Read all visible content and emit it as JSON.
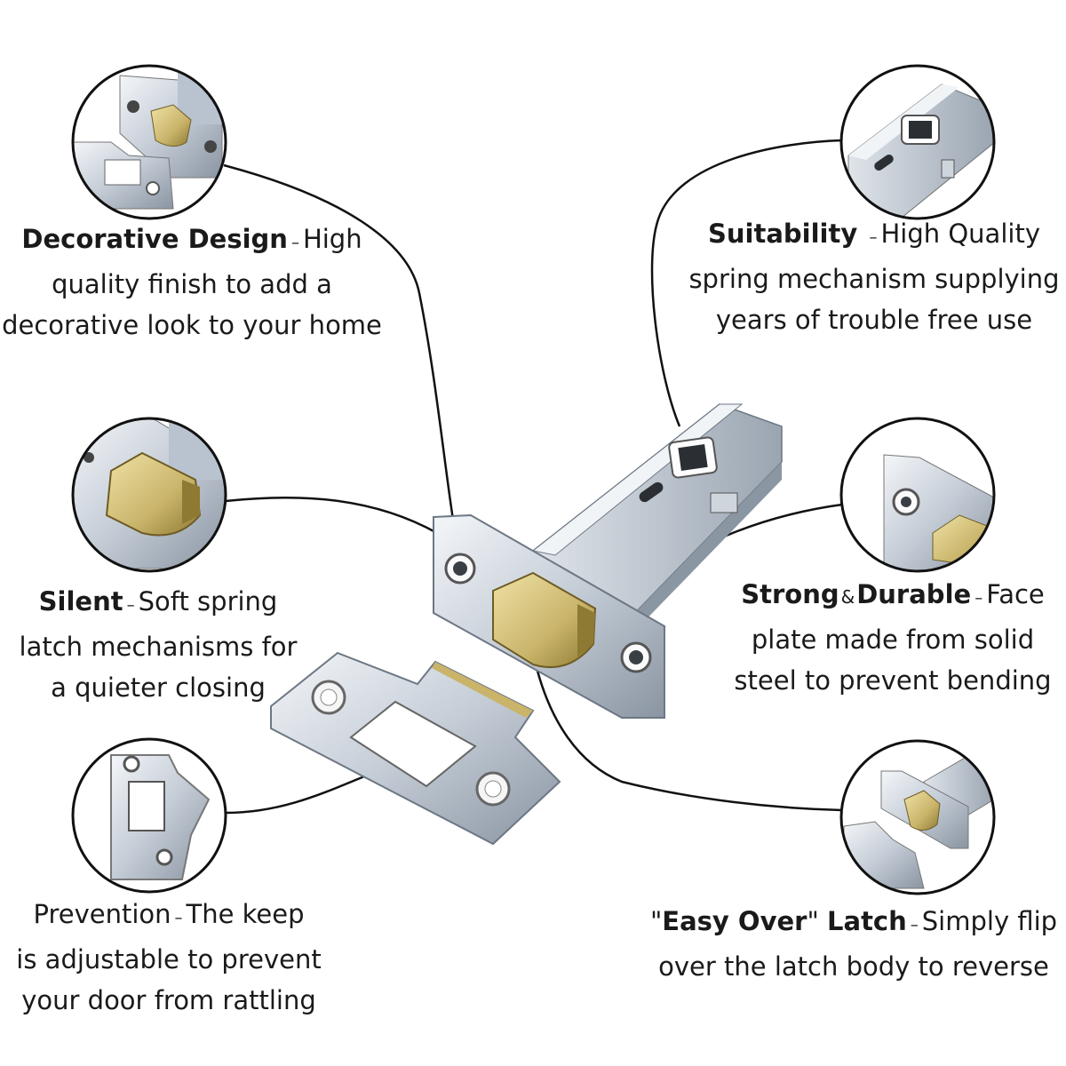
{
  "features": [
    {
      "title": "Decorative Design",
      "separator": "–",
      "lines": [
        "High",
        "quality finish to add a",
        "decorative look to your home"
      ]
    },
    {
      "title": "Suitability",
      "separator": "–",
      "lines": [
        "High Quality",
        "spring mechanism supplying",
        "years of trouble free use"
      ]
    },
    {
      "title": "Silent",
      "separator": "–",
      "lines": [
        "Soft spring",
        "latch mechanisms for",
        "a quieter closing"
      ]
    },
    {
      "title_a": "Strong",
      "amp": "&",
      "title_b": "Durable",
      "separator": "–",
      "lines": [
        "Face",
        "plate made from solid",
        "steel to prevent bending"
      ]
    },
    {
      "title": "Prevention",
      "separator": "–",
      "lines": [
        "The keep",
        "is adjustable to prevent",
        "your door from rattling"
      ]
    },
    {
      "quote_open": "\"",
      "title": "Easy Over",
      "quote_close": "\"",
      "title_b": "Latch",
      "separator": "–",
      "lines": [
        "Simply flip",
        "over the latch body to reverse"
      ]
    }
  ],
  "colors": {
    "chrome_light": "#e9edf2",
    "chrome_mid": "#b9c3cf",
    "chrome_dark": "#7f8a97",
    "brass": "#c9b46a",
    "brass_dark": "#8f7a34",
    "outline": "#111111"
  }
}
